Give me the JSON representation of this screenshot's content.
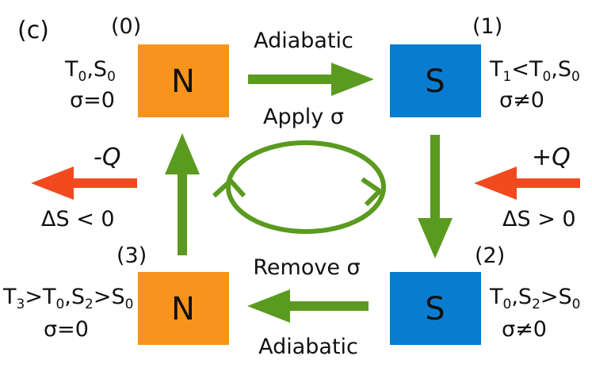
{
  "panel_label": "(c)",
  "colors": {
    "normal_box": "#f7941d",
    "super_box": "#0a7ccf",
    "process_arrow": "#5a9a1e",
    "heat_arrow": "#f04a1e"
  },
  "states": [
    {
      "index_label": "(0)",
      "box_letter": "N",
      "cond_parts": [
        "T",
        "0",
        ",S",
        "0"
      ],
      "sigma": "σ=0"
    },
    {
      "index_label": "(1)",
      "box_letter": "S",
      "cond_parts": [
        "T",
        "1",
        "<T",
        "0",
        ",S",
        "0"
      ],
      "sigma": "σ≠0"
    },
    {
      "index_label": "(2)",
      "box_letter": "S",
      "cond_parts": [
        "T",
        "0",
        ",S",
        "2",
        ">S",
        "0"
      ],
      "sigma": "σ≠0"
    },
    {
      "index_label": "(3)",
      "box_letter": "N",
      "cond_parts": [
        "T",
        "3",
        ">T",
        "0",
        ",S",
        "2",
        ">S",
        "0"
      ],
      "sigma": "σ=0"
    }
  ],
  "transitions": {
    "top_label": "Adiabatic",
    "apply_label": "Apply σ",
    "remove_label": "Remove σ",
    "bottom_label": "Adiabatic"
  },
  "heat": {
    "left_q": "-Q",
    "left_ds": "ΔS < 0",
    "right_q": "+Q",
    "right_ds": "ΔS > 0"
  }
}
